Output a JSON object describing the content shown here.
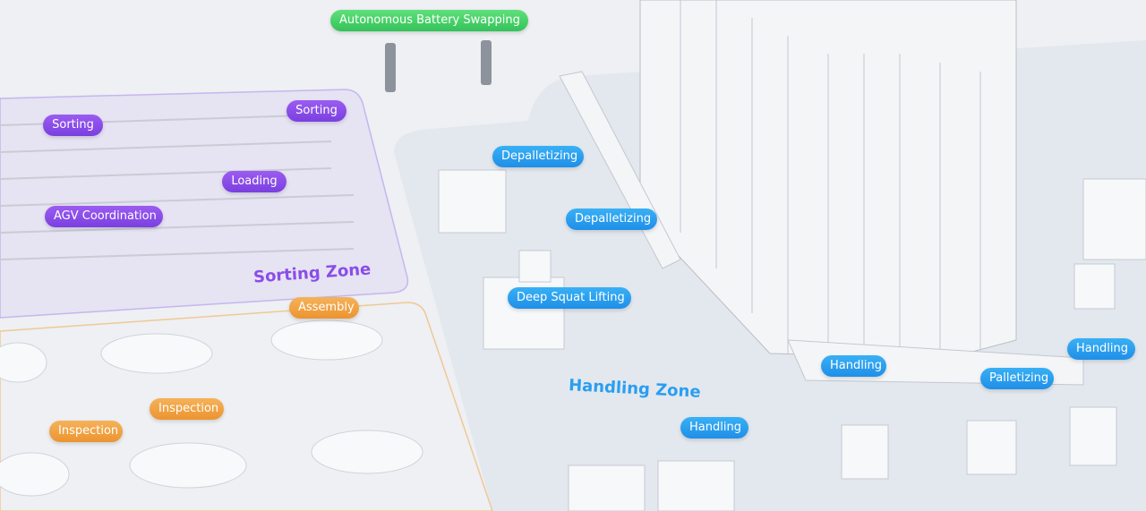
{
  "labels": {
    "battery_swapping": "Autonomous Battery Swapping",
    "sorting_1": "Sorting",
    "sorting_2": "Sorting",
    "loading": "Loading",
    "agv_coordination": "AGV Coordination",
    "assembly": "Assembly",
    "inspection_1": "Inspection",
    "inspection_2": "Inspection",
    "depalletizing_1": "Depalletizing",
    "depalletizing_2": "Depalletizing",
    "deep_squat_lifting": "Deep Squat Lifting",
    "handling_1": "Handling",
    "handling_2": "Handling",
    "handling_3": "Handling",
    "palletizing": "Palletizing"
  },
  "zones": {
    "sorting": "Sorting Zone",
    "handling": "Handling Zone"
  },
  "colors": {
    "sorting": "#8a4de8",
    "handling": "#2a9ef0",
    "assembly": "#ec9430",
    "battery": "#3fca62"
  }
}
